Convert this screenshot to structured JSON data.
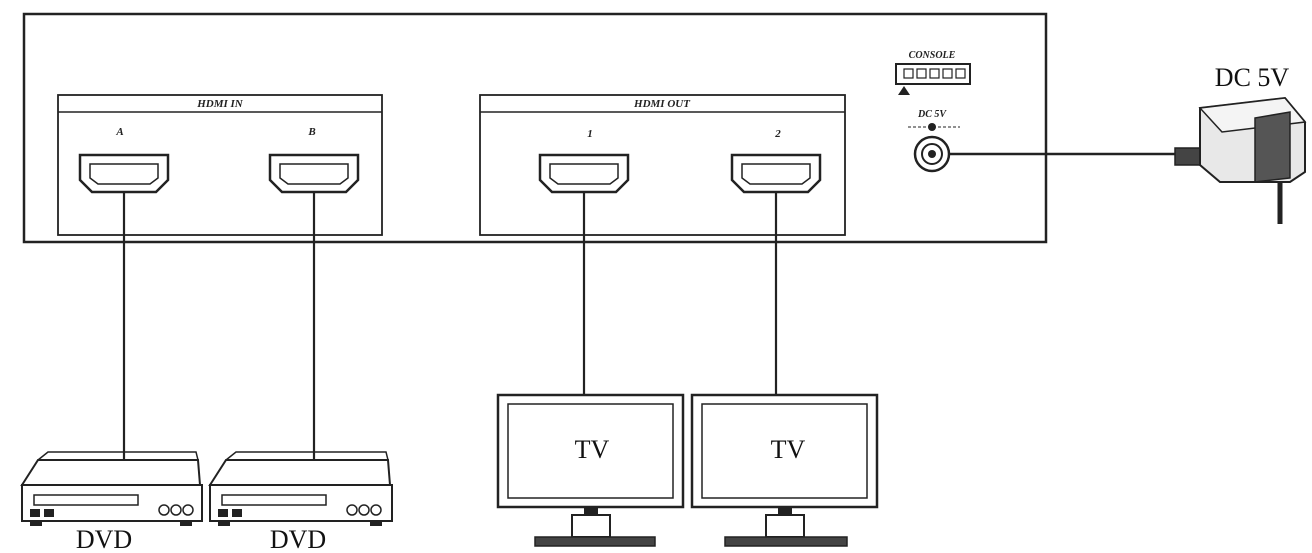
{
  "device": {
    "hdmi_in": {
      "label": "HDMI IN",
      "ports": [
        "A",
        "B"
      ]
    },
    "hdmi_out": {
      "label": "HDMI OUT",
      "ports": [
        "1",
        "2"
      ]
    },
    "console_label": "CONSOLE",
    "dc_label": "DC 5V"
  },
  "adapter": {
    "label": "DC 5V"
  },
  "sources": [
    {
      "label": "DVD"
    },
    {
      "label": "DVD"
    }
  ],
  "displays": [
    {
      "label": "TV"
    },
    {
      "label": "TV"
    }
  ]
}
